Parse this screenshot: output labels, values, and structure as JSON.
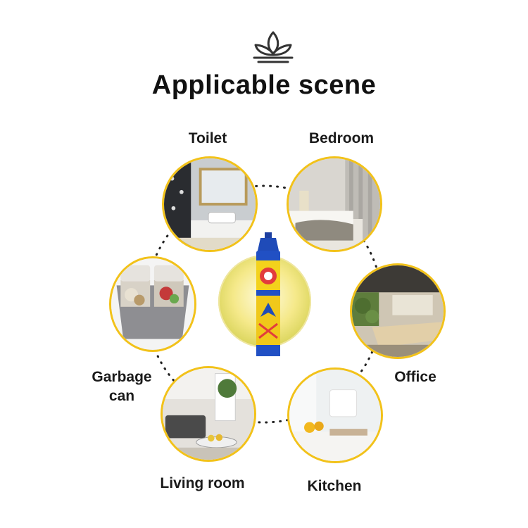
{
  "title": "Applicable scene",
  "icons": {
    "header": "lotus-icon",
    "product": "spray-can-icon"
  },
  "colors": {
    "ring_border": "#f2c21a",
    "title": "#111111",
    "label": "#1a1a1a"
  },
  "scenes": [
    {
      "id": "toilet",
      "label": "Toilet"
    },
    {
      "id": "bedroom",
      "label": "Bedroom"
    },
    {
      "id": "garbage",
      "label_line1": "Garbage",
      "label_line2": "can"
    },
    {
      "id": "office",
      "label": "Office"
    },
    {
      "id": "living",
      "label": "Living room"
    },
    {
      "id": "kitchen",
      "label": "Kitchen"
    }
  ]
}
